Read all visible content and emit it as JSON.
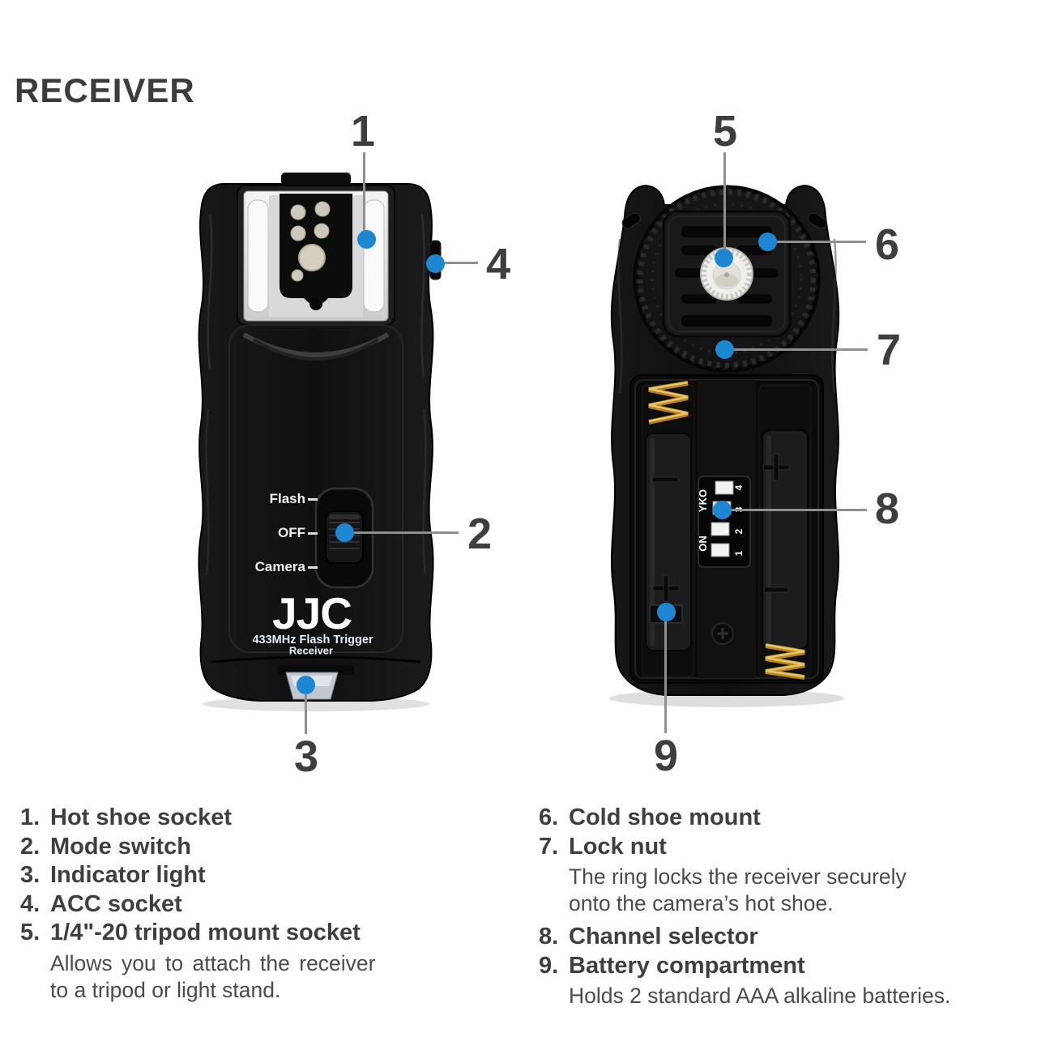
{
  "title": "RECEIVER",
  "accent_color": "#1e87d2",
  "callouts": {
    "c1": "1",
    "c2": "2",
    "c3": "3",
    "c4": "4",
    "c5": "5",
    "c6": "6",
    "c7": "7",
    "c8": "8",
    "c9": "9"
  },
  "device_front": {
    "mode_switch": {
      "flash": "Flash",
      "off": "OFF",
      "camera": "Camera"
    },
    "logo": "JJC",
    "model_line1": "433MHz Flash Trigger",
    "model_line2": "Receiver"
  },
  "device_back": {
    "dip": {
      "brand": "YKO",
      "on": "ON",
      "n1": "1",
      "n2": "2",
      "n3": "3",
      "n4": "4"
    }
  },
  "legend": {
    "left": [
      {
        "num": "1.",
        "label": "Hot shoe socket"
      },
      {
        "num": "2.",
        "label": "Mode switch"
      },
      {
        "num": "3.",
        "label": "Indicator light"
      },
      {
        "num": "4.",
        "label": "ACC socket"
      },
      {
        "num": "5.",
        "label": "1/4\"-20 tripod mount socket",
        "desc": [
          "Allows you to attach the receiver",
          "to a tripod or light stand."
        ]
      }
    ],
    "right": [
      {
        "num": "6.",
        "label": "Cold shoe mount"
      },
      {
        "num": "7.",
        "label": "Lock nut",
        "desc": [
          "The ring locks the receiver securely",
          "onto the camera’s hot shoe."
        ]
      },
      {
        "num": "8.",
        "label": "Channel selector"
      },
      {
        "num": "9.",
        "label": "Battery compartment",
        "desc": [
          "Holds 2 standard AAA alkaline batteries."
        ]
      }
    ]
  }
}
